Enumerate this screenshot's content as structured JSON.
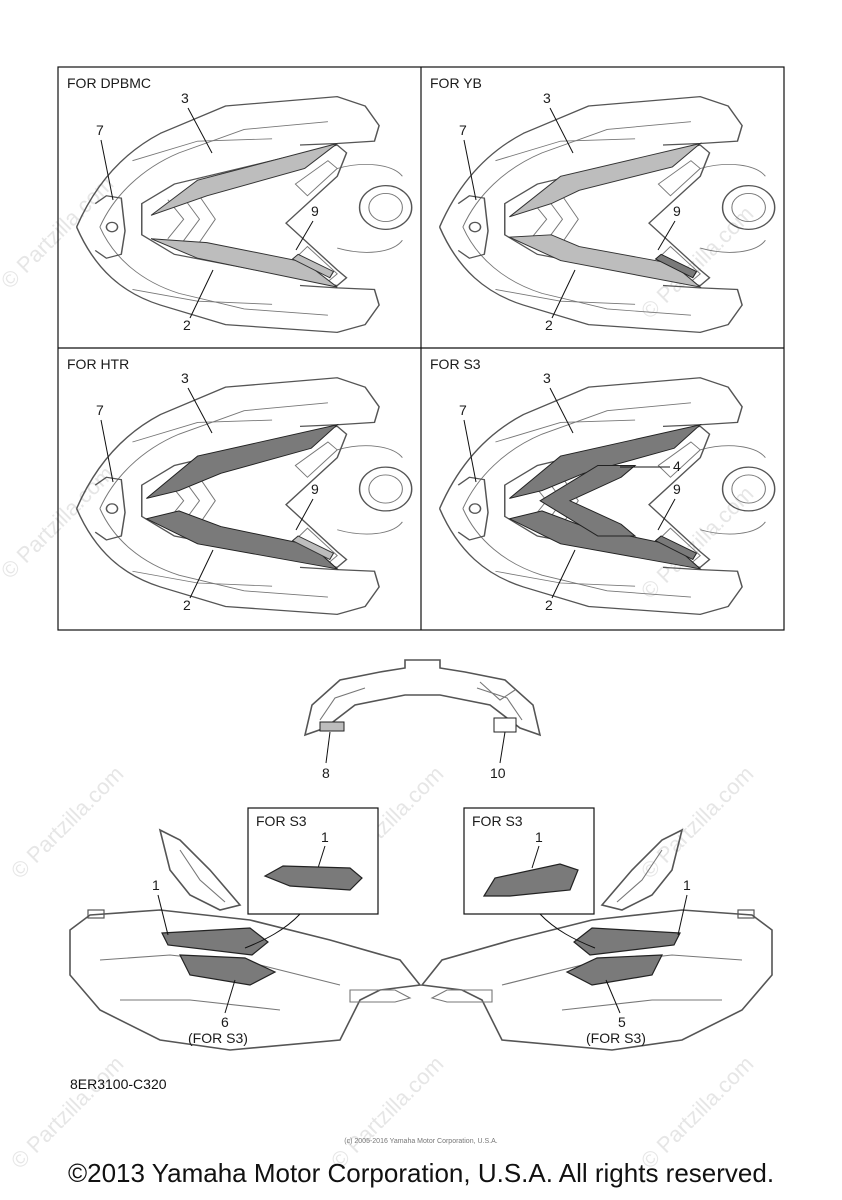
{
  "panels": [
    {
      "title": "FOR DPBMC",
      "callouts": [
        "7",
        "3",
        "9",
        "2"
      ]
    },
    {
      "title": "FOR YB",
      "callouts": [
        "7",
        "3",
        "9",
        "2"
      ]
    },
    {
      "title": "FOR HTR",
      "callouts": [
        "7",
        "3",
        "9",
        "2"
      ]
    },
    {
      "title": "FOR S3",
      "callouts": [
        "7",
        "3",
        "4",
        "9",
        "2"
      ]
    }
  ],
  "rear": {
    "callouts": [
      "8",
      "10"
    ]
  },
  "side_left": {
    "box_title": "FOR S3",
    "box_callout": "1",
    "callouts": [
      "1",
      "6"
    ],
    "note": "(FOR S3)"
  },
  "side_right": {
    "box_title": "FOR S3",
    "box_callout": "1",
    "callouts": [
      "1",
      "5"
    ],
    "note": "(FOR S3)"
  },
  "watermark": "© Partzilla.com",
  "part_code": "8ER3100-C320",
  "tiny_copyright": "(c) 2005-2016 Yamaha Motor Corporation, U.S.A.",
  "copyright": "©2013 Yamaha Motor Corporation, U.S.A. All rights reserved."
}
